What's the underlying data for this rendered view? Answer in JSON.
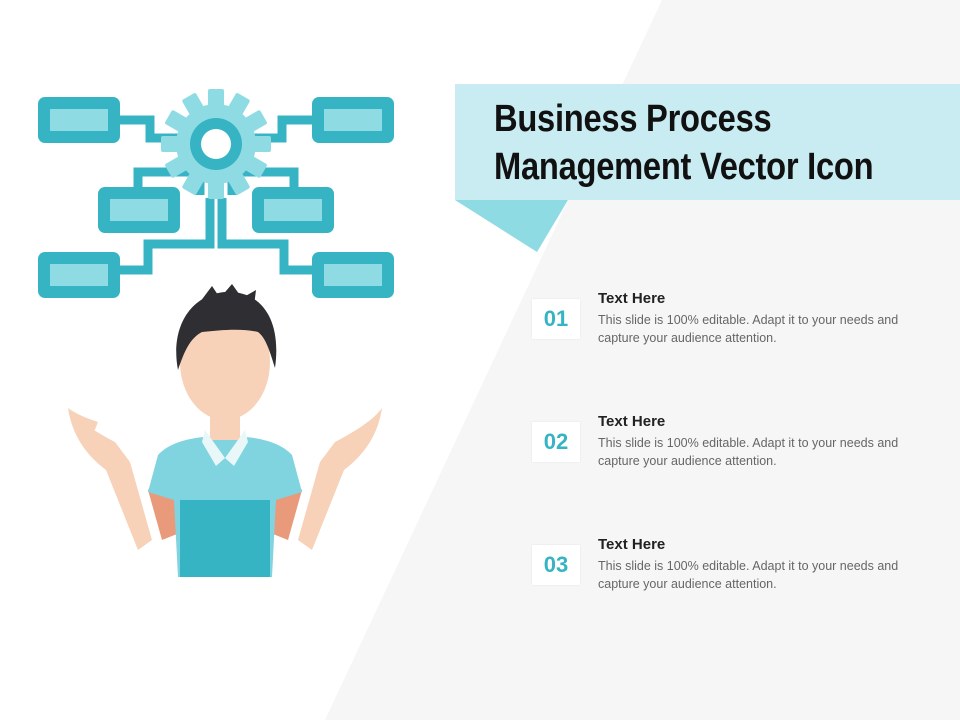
{
  "slide": {
    "title_line1": "Business Process",
    "title_line2": "Management Vector Icon",
    "items": [
      {
        "number": "01",
        "heading": "Text Here",
        "description": "This slide is 100% editable. Adapt it to your needs and capture your audience attention."
      },
      {
        "number": "02",
        "heading": "Text Here",
        "description": "This slide is 100% editable. Adapt it to your needs and capture your audience attention."
      },
      {
        "number": "03",
        "heading": "Text Here",
        "description": "This slide is 100% editable. Adapt it to your needs and capture your audience attention."
      }
    ]
  },
  "colors": {
    "accent": "#36b4c4",
    "accent_light": "#8fdbe3",
    "banner": "#c8ecf1",
    "background_panel": "#f6f6f6",
    "shirt_light": "#7fd4df",
    "skin": "#f7d2b8",
    "hair": "#2f2f33"
  },
  "icons": [
    "gear-icon",
    "process-box-icon",
    "businessman-illustration"
  ]
}
